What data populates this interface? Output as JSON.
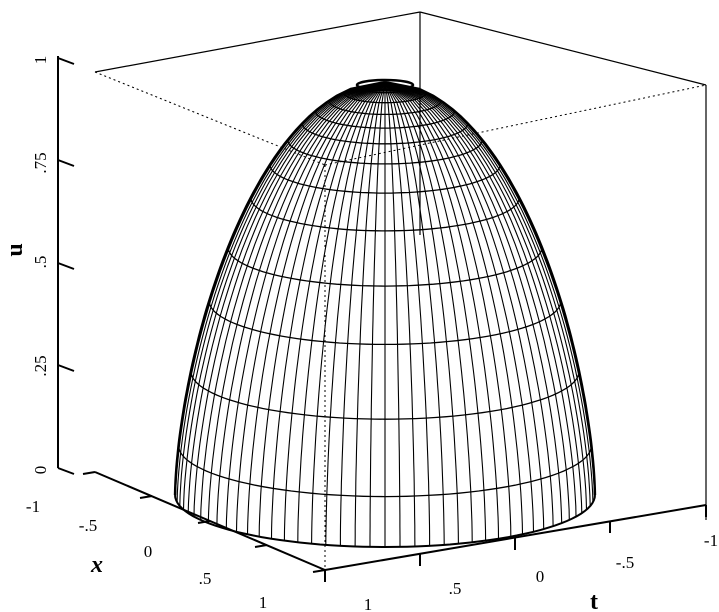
{
  "chart_data": {
    "type": "surface",
    "grid": false,
    "axes": {
      "x": {
        "label": "x",
        "range": [
          -1,
          1
        ],
        "tick_labels": [
          "-1",
          "-.5",
          "0",
          ".5",
          "1"
        ]
      },
      "t": {
        "label": "t",
        "range": [
          -1,
          1
        ],
        "tick_labels": [
          "1",
          ".5",
          "0",
          "-.5",
          "-1"
        ]
      },
      "u": {
        "label": "u",
        "range": [
          0,
          1
        ],
        "tick_labels": [
          "0",
          ".25",
          ".5",
          ".75",
          "1"
        ]
      }
    },
    "surface": {
      "shape": "dome",
      "peak": 1,
      "base": 0
    }
  }
}
